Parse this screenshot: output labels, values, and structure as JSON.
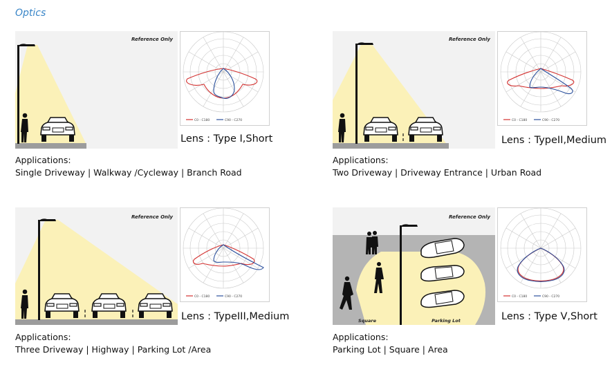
{
  "page": {
    "title": "Optics"
  },
  "panels": [
    {
      "reference": "Reference Only",
      "lens": "Lens : Type I,Short",
      "apps_heading": "Applications:",
      "apps_text": "Single Driveway | Walkway /Cycleway | Branch Road",
      "legend_a": "C0 - C180",
      "legend_b": "C90 - C270"
    },
    {
      "reference": "Reference Only",
      "lens": "Lens : TypeII,Medium",
      "apps_heading": "Applications:",
      "apps_text": "Two Driveway | Driveway Entrance | Urban Road",
      "legend_a": "C0 - C180",
      "legend_b": "C90 - C270"
    },
    {
      "reference": "Reference Only",
      "lens": "Lens : TypeIII,Medium",
      "apps_heading": "Applications:",
      "apps_text": "Three Driveway | Highway | Parking Lot /Area",
      "legend_a": "C0 - C180",
      "legend_b": "C90 - C270"
    },
    {
      "reference": "Reference Only",
      "lens": "Lens : Type V,Short",
      "apps_heading": "Applications:",
      "apps_text": "Parking Lot | Square | Area",
      "legend_a": "C0 - C180",
      "legend_b": "C90 - C270",
      "label_square": "Square",
      "label_parking": "Parking Lot"
    }
  ],
  "colors": {
    "title": "#3a86c8",
    "light_cone": "#fbf1b8",
    "ground": "#9c9c9c",
    "curve_a": "#d3302f",
    "curve_b": "#2a4f9c"
  }
}
